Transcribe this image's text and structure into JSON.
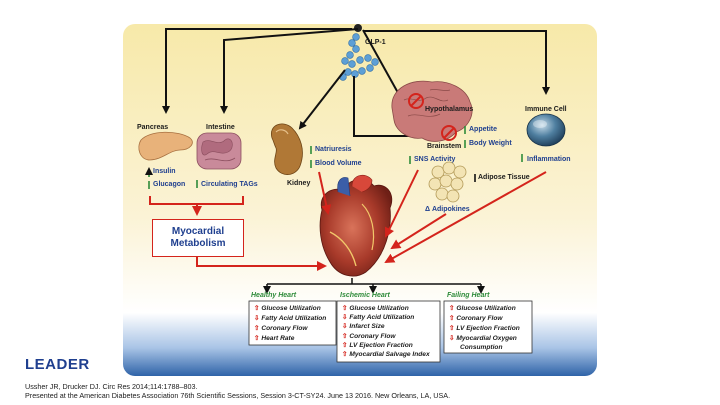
{
  "colors": {
    "panel_top": "#f6e7a8",
    "panel_bottom": "#2f63a8",
    "arrow_black": "#111111",
    "arrow_red": "#d4241c",
    "effect_text": "#1f3f8f",
    "indicator_green": "#2e8b3a",
    "indicator_red": "#d4241c"
  },
  "diagram": {
    "glp1": "GLP-1",
    "pancreas": "Pancreas",
    "intestine": "Intestine",
    "kidney": "Kidney",
    "hypothalamus": "Hypothalamus",
    "brainstem": "Brainstem",
    "immune_cell": "Immune Cell",
    "adipose_tissue": "Adipose Tissue",
    "adipokines": "Δ Adipokines",
    "pancreas_effects": [
      "Insulin",
      "Glucagon"
    ],
    "intestine_effect": "Circulating TAGs",
    "kidney_effects": [
      "Natriuresis",
      "Blood Volume"
    ],
    "brain_effects": [
      "Appetite",
      "Body Weight"
    ],
    "sns_activity": "SNS Activity",
    "inflammation": "Inflammation",
    "myocardial_metabolism": "Myocardial Metabolism"
  },
  "outcomes": {
    "healthy": {
      "title": "Healthy Heart",
      "items": [
        "Glucose Utilization",
        "Fatty Acid Utilization",
        "Coronary Flow",
        "Heart Rate"
      ]
    },
    "ischemic": {
      "title": "Ischemic Heart",
      "items": [
        "Glucose Utilization",
        "Fatty Acid Utilization",
        "Infarct Size",
        "Coronary Flow",
        "LV Ejection Fraction",
        "Myocardial Salvage Index"
      ]
    },
    "failing": {
      "title": "Failing Heart",
      "items": [
        "Glucose Utilization",
        "Coronary Flow",
        "LV Ejection Fraction",
        "Myocardial Oxygen",
        "Consumption"
      ]
    }
  },
  "footer": {
    "logo": "LEADER",
    "citation_line1": "Ussher JR, Drucker DJ. Circ Res 2014;114:1788–803.",
    "citation_line2": "Presented at the American Diabetes Association 76th Scientific Sessions, Session 3-CT-SY24. June 13 2016. New Orleans, LA, USA."
  }
}
